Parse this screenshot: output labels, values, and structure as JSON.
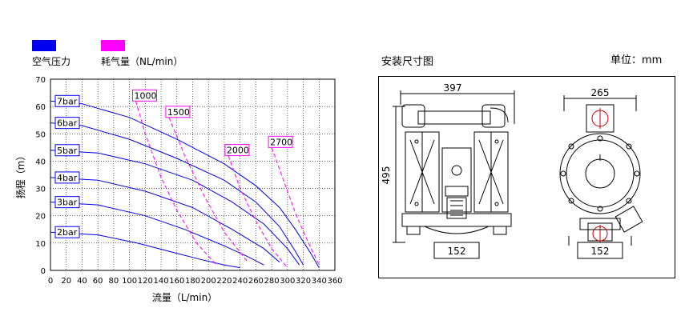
{
  "legend": {
    "items": [
      {
        "label": "空气压力",
        "color": "#0000ee"
      },
      {
        "label": "耗气量（NL/min）",
        "color": "#ff00ff"
      }
    ]
  },
  "drawing": {
    "title": "安装尺寸图",
    "unit": "单位：mm",
    "front_view": {
      "width": "397",
      "height": "495",
      "base": "152"
    },
    "side_view": {
      "width": "265",
      "base": "152"
    }
  },
  "chart_data": {
    "type": "line",
    "xlabel": "流量（L/min）",
    "ylabel": "扬程（m）",
    "xlim": [
      0,
      360
    ],
    "ylim": [
      0,
      70
    ],
    "xticks": [
      0,
      20,
      40,
      60,
      80,
      100,
      120,
      140,
      160,
      180,
      200,
      220,
      240,
      260,
      280,
      300,
      320,
      340,
      360
    ],
    "xtick_labels": [
      "0",
      "20",
      "40",
      "60",
      "80",
      "100",
      "120",
      "140",
      "160",
      "180",
      "200",
      "220",
      "240",
      "260",
      "280",
      "300",
      "320",
      "340",
      "360"
    ],
    "yticks": [
      0,
      10,
      20,
      30,
      40,
      50,
      60,
      70
    ],
    "grid": true,
    "pressure_color": "#0000ee",
    "air_color": "#ff00ff",
    "pressure_series": [
      {
        "name": "7bar",
        "points": [
          [
            0,
            62
          ],
          [
            40,
            61
          ],
          [
            100,
            56
          ],
          [
            160,
            48
          ],
          [
            220,
            39
          ],
          [
            260,
            31
          ],
          [
            290,
            23
          ],
          [
            310,
            15
          ],
          [
            330,
            6
          ],
          [
            340,
            1
          ]
        ]
      },
      {
        "name": "6bar",
        "points": [
          [
            0,
            54
          ],
          [
            40,
            53
          ],
          [
            100,
            48
          ],
          [
            160,
            41
          ],
          [
            220,
            33
          ],
          [
            260,
            25
          ],
          [
            290,
            16
          ],
          [
            310,
            7
          ],
          [
            320,
            2
          ]
        ]
      },
      {
        "name": "5bar",
        "points": [
          [
            0,
            44
          ],
          [
            60,
            43
          ],
          [
            120,
            39
          ],
          [
            180,
            33
          ],
          [
            230,
            25
          ],
          [
            270,
            17
          ],
          [
            300,
            8
          ],
          [
            315,
            2
          ]
        ]
      },
      {
        "name": "4bar",
        "points": [
          [
            0,
            34
          ],
          [
            60,
            33
          ],
          [
            120,
            29
          ],
          [
            180,
            23
          ],
          [
            230,
            15
          ],
          [
            270,
            8
          ],
          [
            290,
            3
          ]
        ]
      },
      {
        "name": "3bar",
        "points": [
          [
            0,
            25
          ],
          [
            60,
            24
          ],
          [
            120,
            20
          ],
          [
            170,
            15
          ],
          [
            220,
            9
          ],
          [
            250,
            5
          ],
          [
            270,
            2
          ]
        ]
      },
      {
        "name": "2bar",
        "points": [
          [
            0,
            14
          ],
          [
            60,
            13
          ],
          [
            110,
            10
          ],
          [
            150,
            7
          ],
          [
            190,
            4
          ],
          [
            220,
            2
          ],
          [
            240,
            1
          ]
        ]
      }
    ],
    "air_series": [
      {
        "name": "1000",
        "points": [
          [
            108,
            62
          ],
          [
            120,
            50
          ],
          [
            140,
            34
          ],
          [
            160,
            22
          ],
          [
            185,
            10
          ],
          [
            210,
            2
          ]
        ]
      },
      {
        "name": "1500",
        "points": [
          [
            150,
            56
          ],
          [
            170,
            42
          ],
          [
            195,
            27
          ],
          [
            220,
            14
          ],
          [
            250,
            3
          ]
        ]
      },
      {
        "name": "2000",
        "points": [
          [
            225,
            42
          ],
          [
            240,
            30
          ],
          [
            260,
            18
          ],
          [
            280,
            8
          ],
          [
            300,
            1
          ]
        ]
      },
      {
        "name": "2700",
        "points": [
          [
            280,
            45
          ],
          [
            295,
            33
          ],
          [
            310,
            21
          ],
          [
            325,
            11
          ],
          [
            340,
            2
          ]
        ]
      }
    ]
  }
}
